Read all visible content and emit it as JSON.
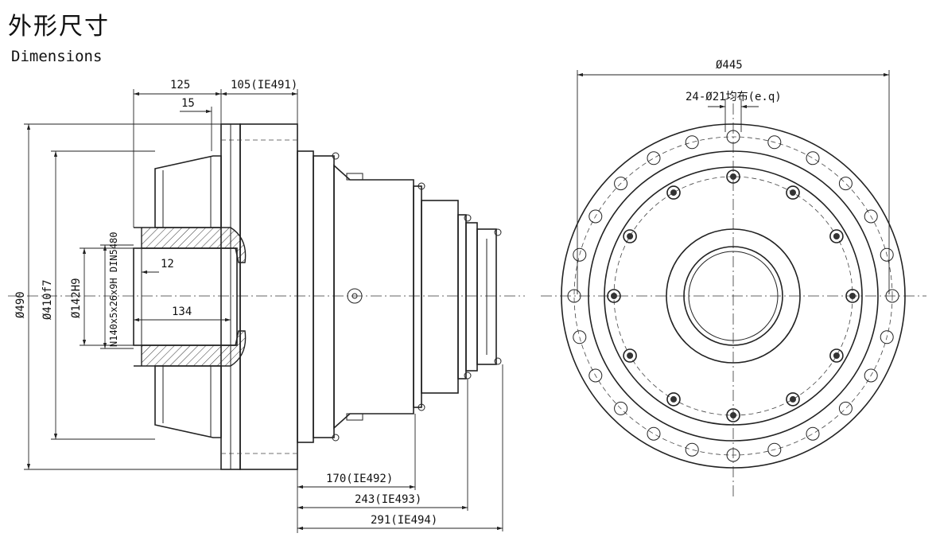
{
  "title_cn": "外形尺寸",
  "title_en": "Dimensions",
  "side_view": {
    "dim_125": "125",
    "dim_105": "105(IE491)",
    "dim_15": "15",
    "dim_12": "12",
    "dim_134": "134",
    "dia_490": "Ø490",
    "dia_410": "Ø410f7",
    "dia_142": "Ø142H9",
    "spline": "N140x5x26x9H DIN5480",
    "dim_170": "170(IE492)",
    "dim_243": "243(IE493)",
    "dim_291": "291(IE494)"
  },
  "front_view": {
    "dia_445": "Ø445",
    "holes": "24-Ø21均布(e.q)"
  }
}
